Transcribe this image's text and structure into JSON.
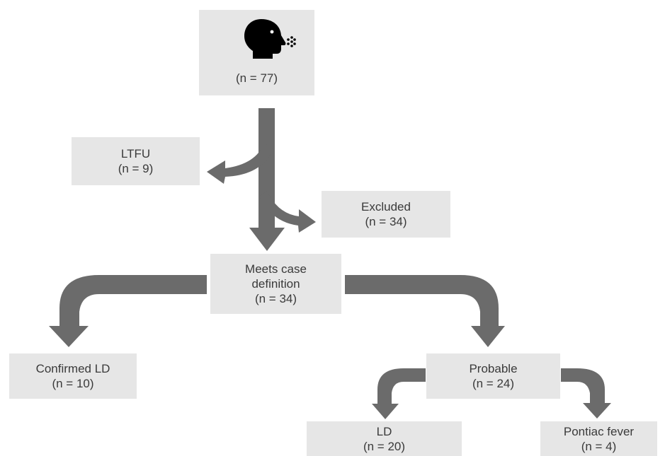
{
  "nodes": {
    "root": {
      "icon": "person-coughing-icon",
      "count": "(n = 77)"
    },
    "ltfu": {
      "label": "LTFU",
      "count": "(n = 9)"
    },
    "excluded": {
      "label": "Excluded",
      "count": "(n = 34)"
    },
    "meets": {
      "line1": "Meets case",
      "line2": "definition",
      "count": "(n = 34)"
    },
    "confirmed": {
      "label": "Confirmed LD",
      "count": "(n = 10)"
    },
    "probable": {
      "label": "Probable",
      "count": "(n = 24)"
    },
    "ld": {
      "label": "LD",
      "count": "(n = 20)"
    },
    "pontiac": {
      "label": "Pontiac fever",
      "count": "(n = 4)"
    }
  },
  "colors": {
    "box": "#e6e6e6",
    "arrow": "#6b6b6b",
    "text": "#3a3a3a",
    "icon": "#000000"
  }
}
